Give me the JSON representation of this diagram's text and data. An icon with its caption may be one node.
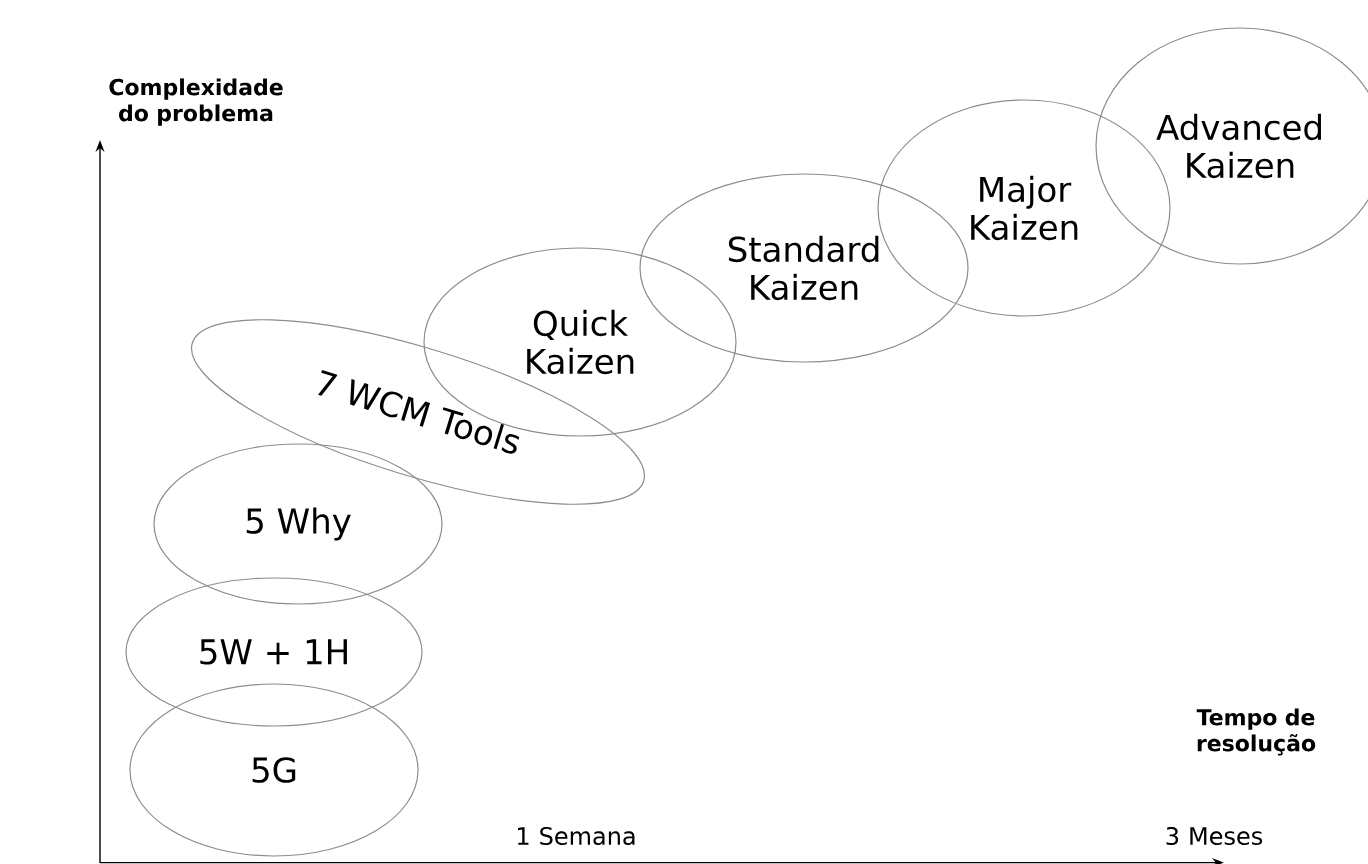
{
  "diagram": {
    "nodes": [
      {
        "text": [
          "5G"
        ]
      },
      {
        "text": [
          "5W + 1H"
        ]
      },
      {
        "text": [
          "5 Why"
        ]
      },
      {
        "text": [
          "7 WCM Tools"
        ]
      },
      {
        "text": [
          "Quick Kaizen"
        ]
      },
      {
        "text": [
          "Standard Kaizen"
        ]
      },
      {
        "text": [
          "Major Kaizen"
        ]
      },
      {
        "text": [
          "Advanced Kaizen"
        ]
      }
    ],
    "labels": [
      "Complexidade do problema",
      "Tempo de resolução",
      "1 Semana",
      "3 Meses"
    ]
  }
}
